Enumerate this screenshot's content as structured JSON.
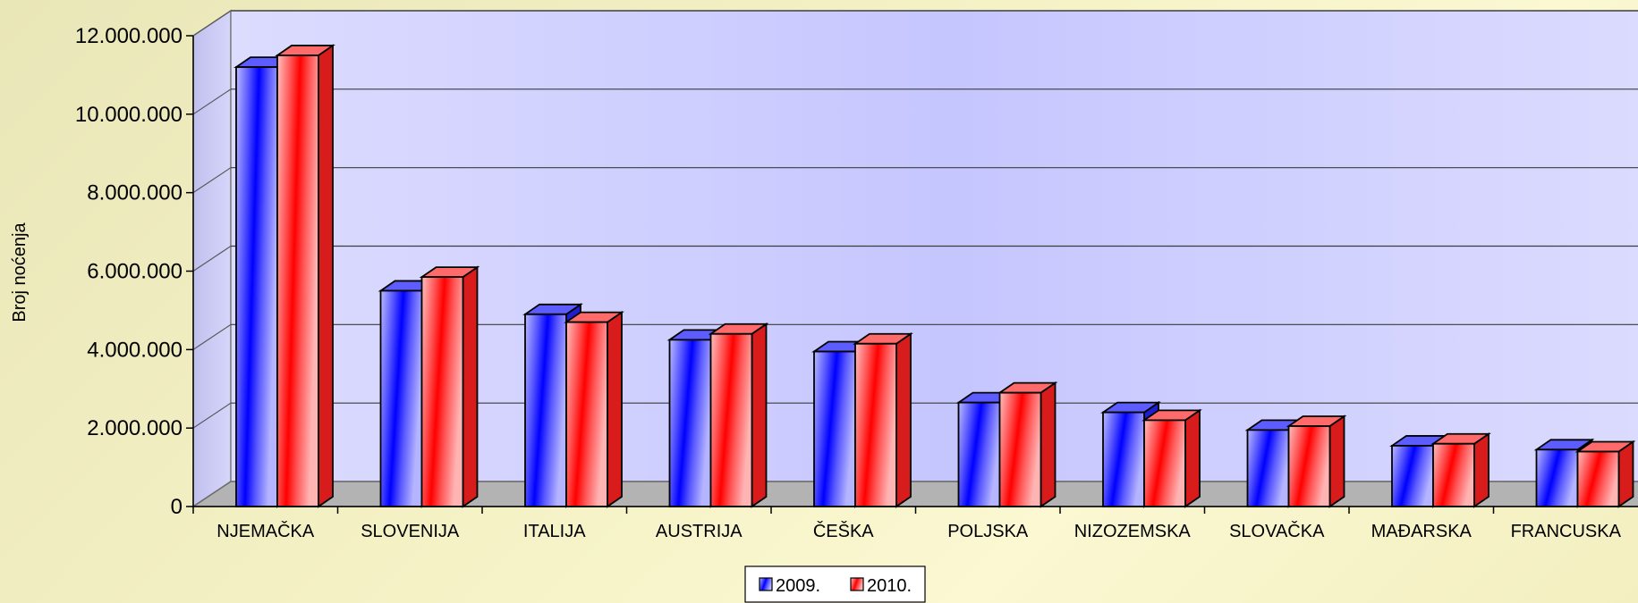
{
  "chart_data": {
    "type": "bar",
    "title": "",
    "xlabel": "",
    "ylabel": "Broj noćenja",
    "ylim": [
      0,
      12000000
    ],
    "y_ticks": [
      "0",
      "2.000.000",
      "4.000.000",
      "6.000.000",
      "8.000.000",
      "10.000.000",
      "12.000.000"
    ],
    "grid": true,
    "legend_position": "bottom",
    "categories": [
      "NJEMAČKA",
      "SLOVENIJA",
      "ITALIJA",
      "AUSTRIJA",
      "ČEŠKA",
      "POLJSKA",
      "NIZOZEMSKA",
      "SLOVAČKA",
      "MAĐARSKA",
      "FRANCUSKA"
    ],
    "series": [
      {
        "name": "2009.",
        "color": "#0a0aff",
        "values": [
          11200000,
          5500000,
          4900000,
          4250000,
          3950000,
          2650000,
          2400000,
          1950000,
          1550000,
          1450000
        ]
      },
      {
        "name": "2010.",
        "color": "#ff1a1a",
        "values": [
          11500000,
          5850000,
          4700000,
          4400000,
          4150000,
          2900000,
          2200000,
          2050000,
          1600000,
          1400000
        ]
      }
    ]
  }
}
